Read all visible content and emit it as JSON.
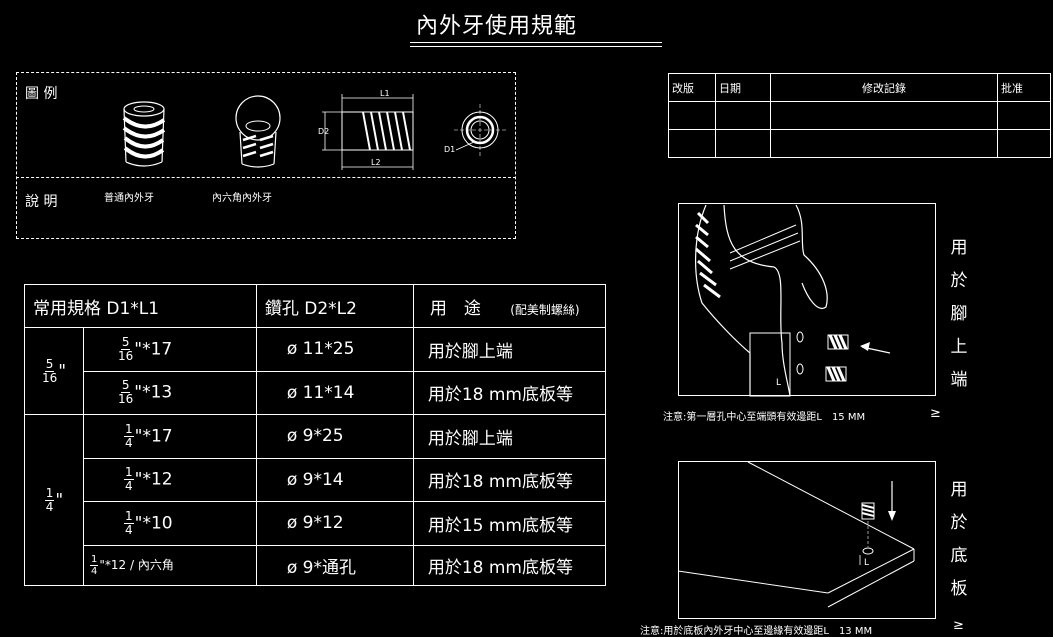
{
  "title": "內外牙使用規範",
  "legend": {
    "row1_label": "圖 例",
    "row2_label": "說 明",
    "caption_normal": "普通內外牙",
    "caption_hex": "內六角內外牙",
    "dim_L1": "L1",
    "dim_L2": "L2",
    "dim_D2": "D2",
    "dim_D1": "D1"
  },
  "revision_table": {
    "headers": [
      "改版",
      "日期",
      "修改記錄",
      "批准"
    ]
  },
  "spec_table": {
    "headers": {
      "spec": "常用規格 D1*L1",
      "drill": "鑽孔 D2*L2",
      "usage": "用　途",
      "usage_note": "(配美制螺絲)"
    },
    "groups": [
      {
        "size_num": "5",
        "size_den": "16",
        "size_mark": "\"",
        "rows": [
          {
            "num": "5",
            "den": "16",
            "suffix": "\"*17",
            "drill": "ø 11*25",
            "usage": "用於腳上端"
          },
          {
            "num": "5",
            "den": "16",
            "suffix": "\"*13",
            "drill": "ø 11*14",
            "usage": "用於18 mm底板等"
          }
        ]
      },
      {
        "size_num": "1",
        "size_den": "4",
        "size_mark": "\"",
        "rows": [
          {
            "num": "1",
            "den": "4",
            "suffix": "\"*17",
            "drill": "ø 9*25",
            "usage": "用於腳上端"
          },
          {
            "num": "1",
            "den": "4",
            "suffix": "\"*12",
            "drill": "ø 9*14",
            "usage": "用於18 mm底板等"
          },
          {
            "num": "1",
            "den": "4",
            "suffix": "\"*10",
            "drill": "ø 9*12",
            "usage": "用於15 mm底板等"
          },
          {
            "num": "1",
            "den": "4",
            "suffix": "\"*12 / 內六角",
            "drill": "ø 9*通孔",
            "usage": "用於18 mm底板等"
          }
        ]
      }
    ]
  },
  "side_labels": {
    "upper": "用於腳上端",
    "lower": "用於底板"
  },
  "notes": {
    "upper": "注意:第一層孔中心至端頭有效邊距L　15 MM",
    "upper_sym": "≥",
    "lower": "注意:用於底板內外牙中心至邊緣有效邊距L　13 MM",
    "lower_sym": "≥",
    "label_L": "L"
  }
}
